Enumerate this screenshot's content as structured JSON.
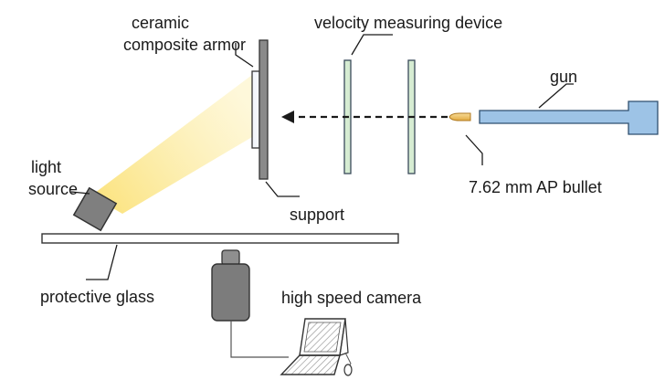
{
  "labels": {
    "armor_line1": "ceramic",
    "armor_line2": "composite armor",
    "velocity": "velocity measuring device",
    "gun": "gun",
    "light_line1": "light",
    "light_line2": "source",
    "bullet": "7.62 mm AP bullet",
    "support": "support",
    "glass": "protective glass",
    "camera": "high speed camera"
  },
  "colors": {
    "gun_fill": "#9dc3e6",
    "gate_fill": "#d6ecd2",
    "armor_fill": "#f3f6fb",
    "support_fill": "#8a8a8a",
    "light_fill": "#7f7f7f",
    "beam": "#fbe27a",
    "bullet": "#f2c66a",
    "camera_fill": "#7c7c7c"
  }
}
